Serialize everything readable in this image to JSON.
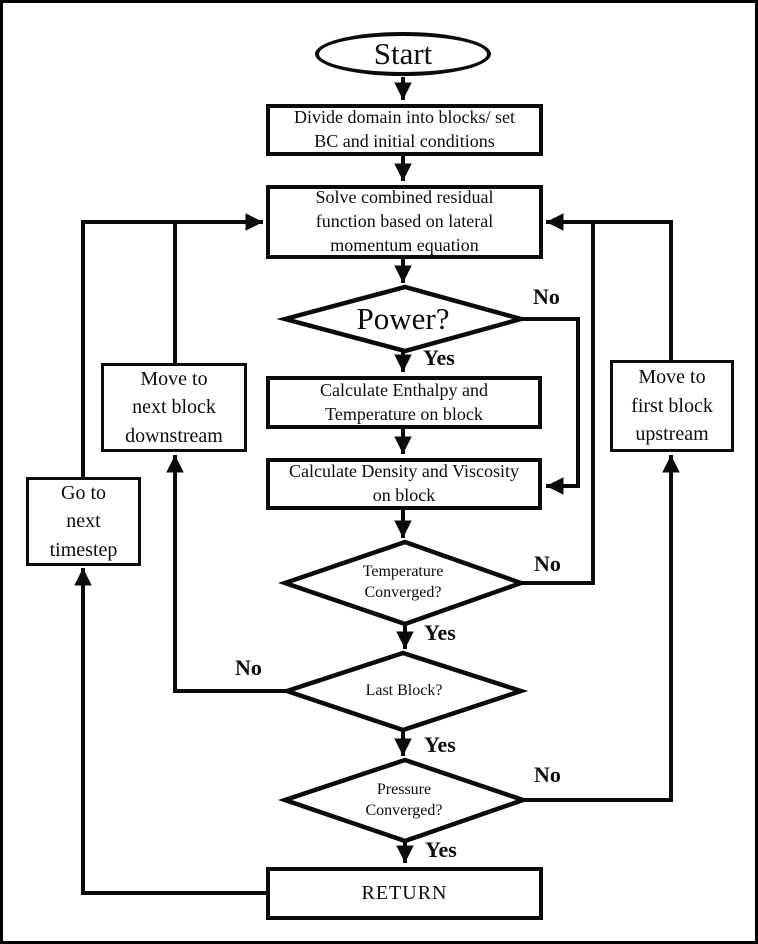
{
  "diagram": {
    "type": "flowchart",
    "nodes": {
      "start": {
        "lines": [
          "Start"
        ]
      },
      "divide": {
        "lines": [
          "Divide domain into blocks/ set",
          "BC and initial conditions"
        ]
      },
      "solve": {
        "lines": [
          "Solve combined residual",
          "function based on lateral",
          "momentum equation"
        ]
      },
      "power": {
        "lines": [
          "Power?"
        ]
      },
      "enthalpy": {
        "lines": [
          "Calculate Enthalpy and",
          "Temperature on block"
        ]
      },
      "density": {
        "lines": [
          "Calculate Density and Viscosity",
          "on block"
        ]
      },
      "temp_conv": {
        "lines": [
          "Temperature",
          "Converged?"
        ]
      },
      "last_block": {
        "lines": [
          "Last Block?"
        ]
      },
      "press_conv": {
        "lines": [
          "Pressure",
          "Converged?"
        ]
      },
      "return": {
        "lines": [
          "RETURN"
        ]
      },
      "downstream": {
        "lines": [
          "Move to",
          "next block",
          "downstream"
        ]
      },
      "timestep": {
        "lines": [
          "Go to",
          "next",
          "timestep"
        ]
      },
      "upstream": {
        "lines": [
          "Move to",
          "first block",
          "upstream"
        ]
      }
    },
    "edge_labels": {
      "power_no": "No",
      "power_yes": "Yes",
      "temp_no": "No",
      "temp_yes": "Yes",
      "last_no": "No",
      "last_yes": "Yes",
      "press_no": "No",
      "press_yes": "Yes"
    },
    "colors": {
      "line": "#0b0b0b",
      "background": "#ffffff",
      "text": "#0c0c0c"
    }
  }
}
